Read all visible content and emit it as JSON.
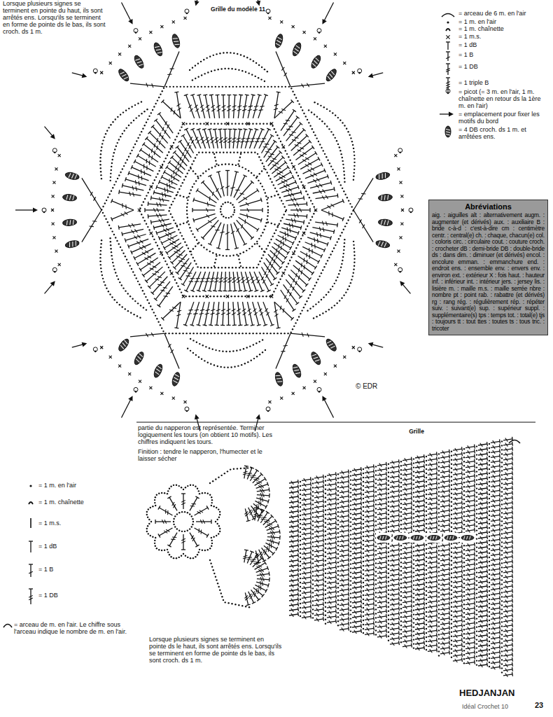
{
  "diagram": {
    "title": "Grille du modèle 11",
    "nodes": [
      {
        "text": [
          "Abréviations",
          "aig. : aiguilles alt : alternativement augm. : augmenter (et dérivés) aux. : auxiliaire B : bride c-à-d : c'est-à-dire cm : centimètre centr. : central(e) ch. : chaque, chacun(e) col. : coloris circ. : circulaire cout. : couture croch. : crocheter dB : demi-bride DB : double-bride ds : dans dim. : diminuer (et dérivés) encol. : encolure emman. : emmanchure end. : endroit ens. : ensemble env. : envers env. : environ ext. : extérieur X : fois haut. : hauteur inf. : inférieur int. : intérieur jers. : jersey lis. : lisière m. : maille m.s. : maille serrée nbre : nombre pt : point rab. : rabattre (et dérivés) rg : rang rég. : régulièrement rép. : répéter suiv. : suivant(e) sup. : supérieur suppl. : supplémentaire(s) tps : temps tot. : total(e) tjs : toujours tt : tout ttes : toutes ts : tous tric. : tricoter"
        ]
      }
    ],
    "labels": [
      "Lorsque plusieurs signes se terminent en pointe du haut, ils sont arrêtés ens. Lorsqu'ils se terminent en forme de pointe ds le bas, ils sont croch. ds 1 m.",
      "© EDR",
      "partie du napperon est représentée. Terminer logiquement les tours (on obtient 10 motifs). Les chiffres indiquent les tours.",
      "Finition : tendre le napperon, l'humecter et le laisser sécher",
      "Grille",
      "Lorsque plusieurs signes se terminent en pointe ds le haut, ils sont arrêtés ens. Lorsqu'ils se terminent en forme de pointe ds le bas, ils sont croch. ds 1 m.",
      "HEDJANJAN",
      "Idéal Crochet 10",
      "23"
    ],
    "legend": [
      {
        "text": "= arceau de 6 m. en l'air"
      },
      {
        "text": "= 1 m. en l'air"
      },
      {
        "text": "= 1 m. chaînette"
      },
      {
        "text": "= 1 m.s."
      },
      {
        "text": "= 1 dB"
      },
      {
        "text": "= 1 B"
      },
      {
        "text": "= 1 DB"
      },
      {
        "text": "= 1 triple B"
      },
      {
        "text": "= picot (= 3 m. en l'air, 1 m. chaînette en retour ds la 1ère m. en l'air)"
      },
      {
        "text": "= emplacement pour fixer les motifs du bord"
      },
      {
        "text": "= 4 DB croch. ds 1 m. et arrêtées ens."
      },
      {
        "text": "= 1 m. en l'air"
      },
      {
        "text": "= 1 m. chaînette"
      },
      {
        "text": "= 1 m.s."
      },
      {
        "text": "= 1 dB"
      },
      {
        "text": "= 1 B"
      },
      {
        "text": "= 1 DB"
      },
      {
        "text": "= arceau de m. en l'air. Le chiffre sous l'arceau indique le nombre de m. en l'air."
      }
    ]
  }
}
